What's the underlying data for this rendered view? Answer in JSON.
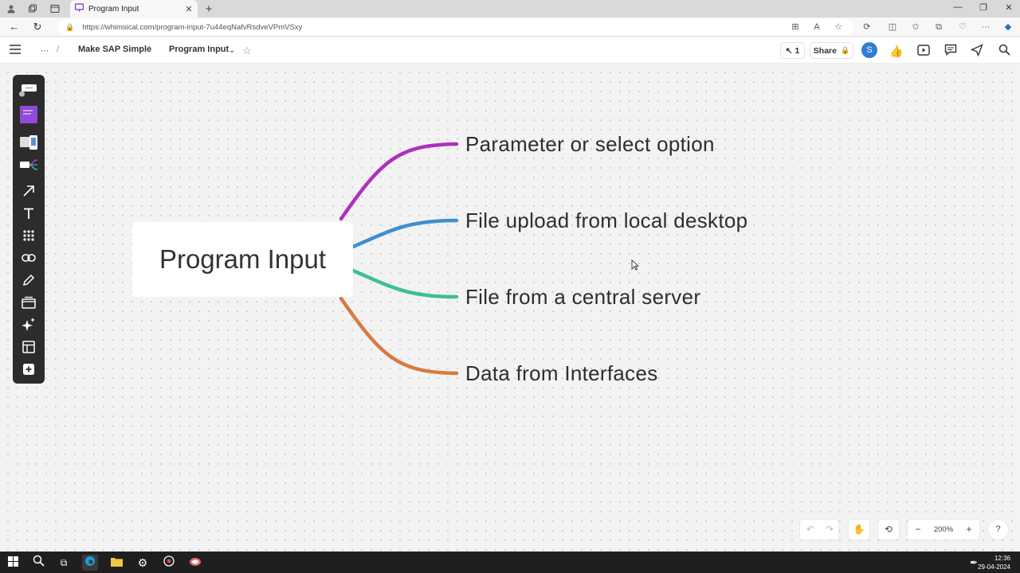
{
  "browser": {
    "tab_title": "Program Input",
    "tab_close": "✕",
    "new_tab": "+",
    "url": "https://whimsical.com/program-input-7u44eqNafvRsdveVPmVSxy"
  },
  "header": {
    "breadcrumb_folder": "Make SAP Simple",
    "breadcrumb_separator": "/",
    "breadcrumb_doc": "Program Input",
    "more_label": "···",
    "follow_label": "1",
    "share_label": "Share",
    "avatar_initial": "S"
  },
  "mindmap": {
    "central": "Program Input",
    "branches": [
      {
        "label": "Parameter or select option",
        "color": "#b02ec0"
      },
      {
        "label": "File upload from local desktop",
        "color": "#3f8fd1"
      },
      {
        "label": "File from a central server",
        "color": "#3ebd9b"
      },
      {
        "label": "Data from Interfaces",
        "color": "#d97a40"
      }
    ]
  },
  "bottom_controls": {
    "zoom_minus": "−",
    "zoom_level": "200%",
    "zoom_plus": "+",
    "help": "?"
  },
  "taskbar": {
    "time": "12:36",
    "date": "29-04-2024"
  }
}
